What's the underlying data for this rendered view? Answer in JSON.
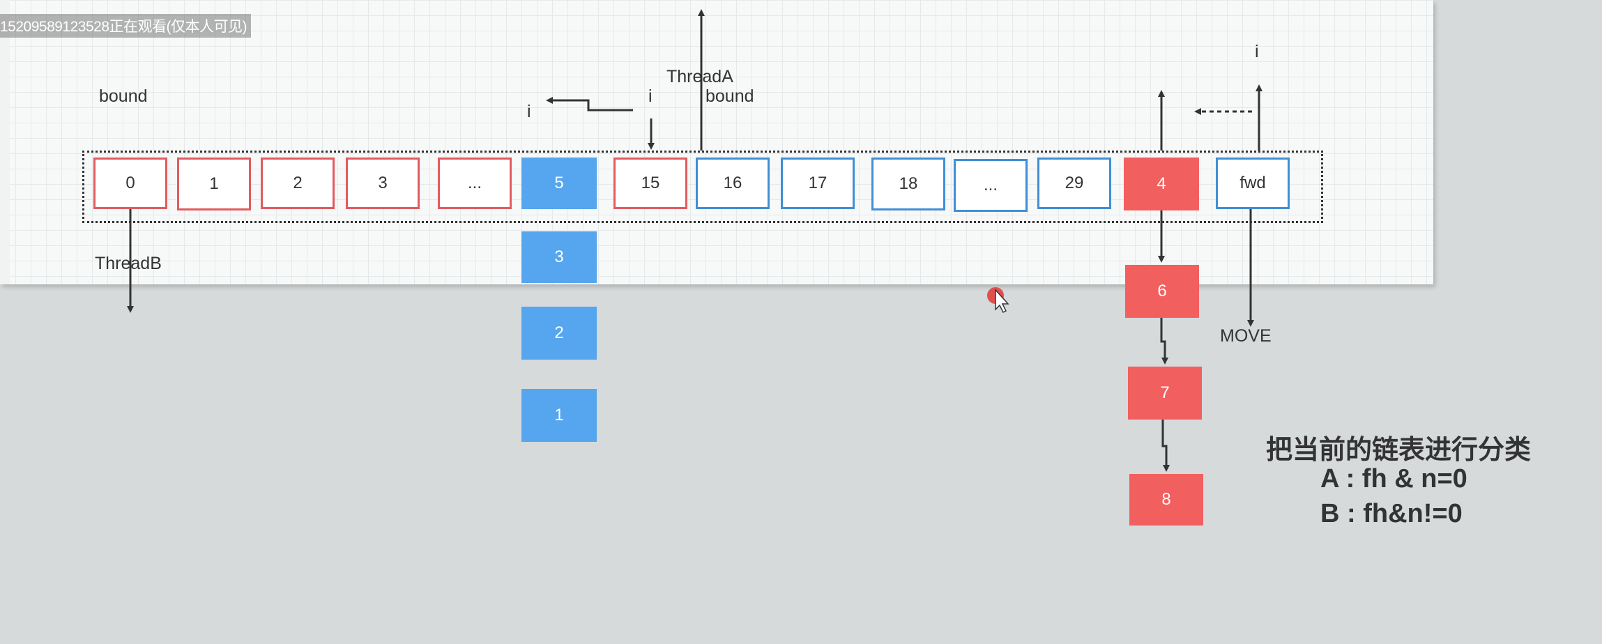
{
  "watermark": "15209589123528正在观看(仅本人可见)",
  "array_cells": [
    "0",
    "1",
    "2",
    "3",
    "...",
    "5",
    "15",
    "16",
    "17",
    "18",
    "...",
    "29",
    "4",
    "fwd"
  ],
  "bucket5_chain": [
    "3",
    "2",
    "1"
  ],
  "bucket4_chain": [
    "6",
    "7",
    "8"
  ],
  "labels": {
    "bound_left": "bound",
    "i_left": "i",
    "i_mid": "i",
    "thread_a": "ThreadA",
    "bound_mid": "bound",
    "i_right": "i",
    "thread_b": "ThreadB",
    "move": "MOVE"
  },
  "note": {
    "line1": "把当前的链表进行分类",
    "line2": "A : fh & n=0",
    "line3": "B :  fh&n!=0"
  },
  "colors": {
    "red": "#f25f5f",
    "blue": "#55a6ee",
    "red_outline": "#e25b5f",
    "blue_outline": "#3f8fd6"
  }
}
